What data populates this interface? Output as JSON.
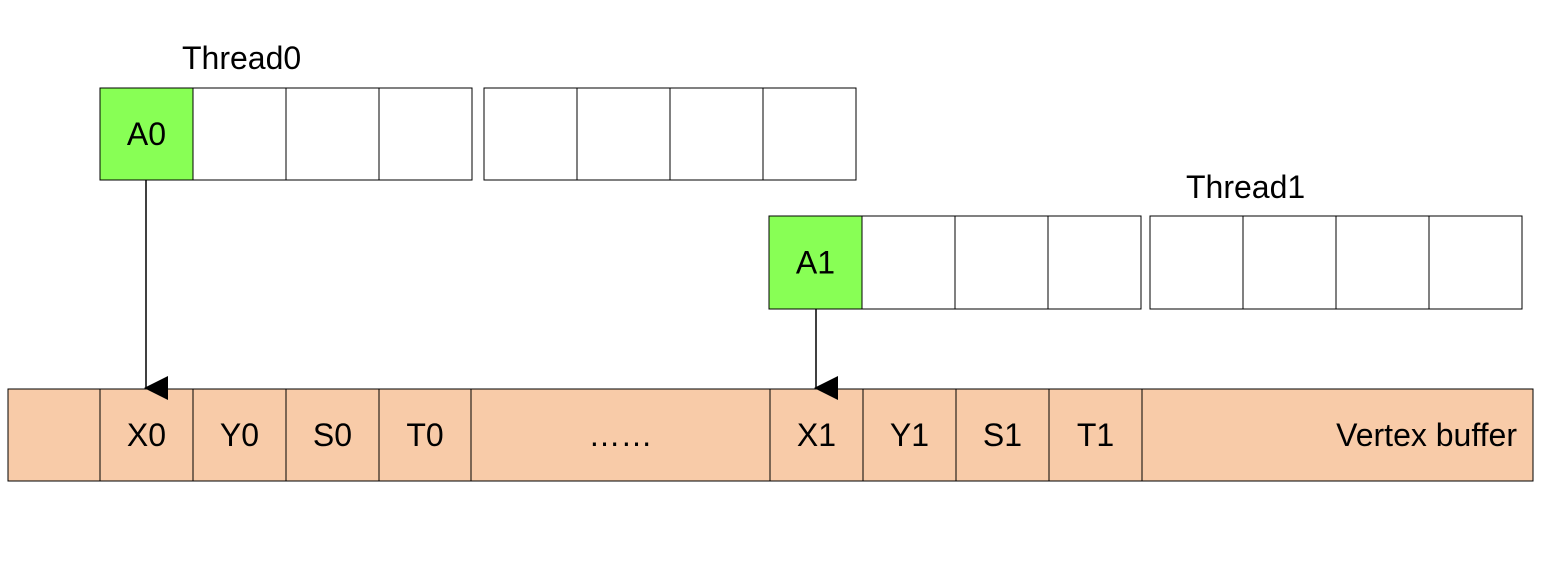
{
  "colors": {
    "highlight": "#88ff55",
    "buffer": "#f8cba8",
    "empty": "#ffffff",
    "stroke": "#000000"
  },
  "thread0": {
    "label": "Thread0",
    "block_a": [
      "A0",
      "",
      "",
      ""
    ],
    "block_b": [
      "",
      "",
      "",
      ""
    ]
  },
  "thread1": {
    "label": "Thread1",
    "block_a": [
      "A1",
      "",
      "",
      ""
    ],
    "block_b": [
      "",
      "",
      "",
      ""
    ]
  },
  "vertex_buffer": {
    "cells": [
      "",
      "X0",
      "Y0",
      "S0",
      "T0",
      "……",
      "X1",
      "Y1",
      "S1",
      "T1",
      "Vertex buffer"
    ]
  },
  "arrows": [
    {
      "from": "A0",
      "to": "X0"
    },
    {
      "from": "A1",
      "to": "X1"
    }
  ]
}
